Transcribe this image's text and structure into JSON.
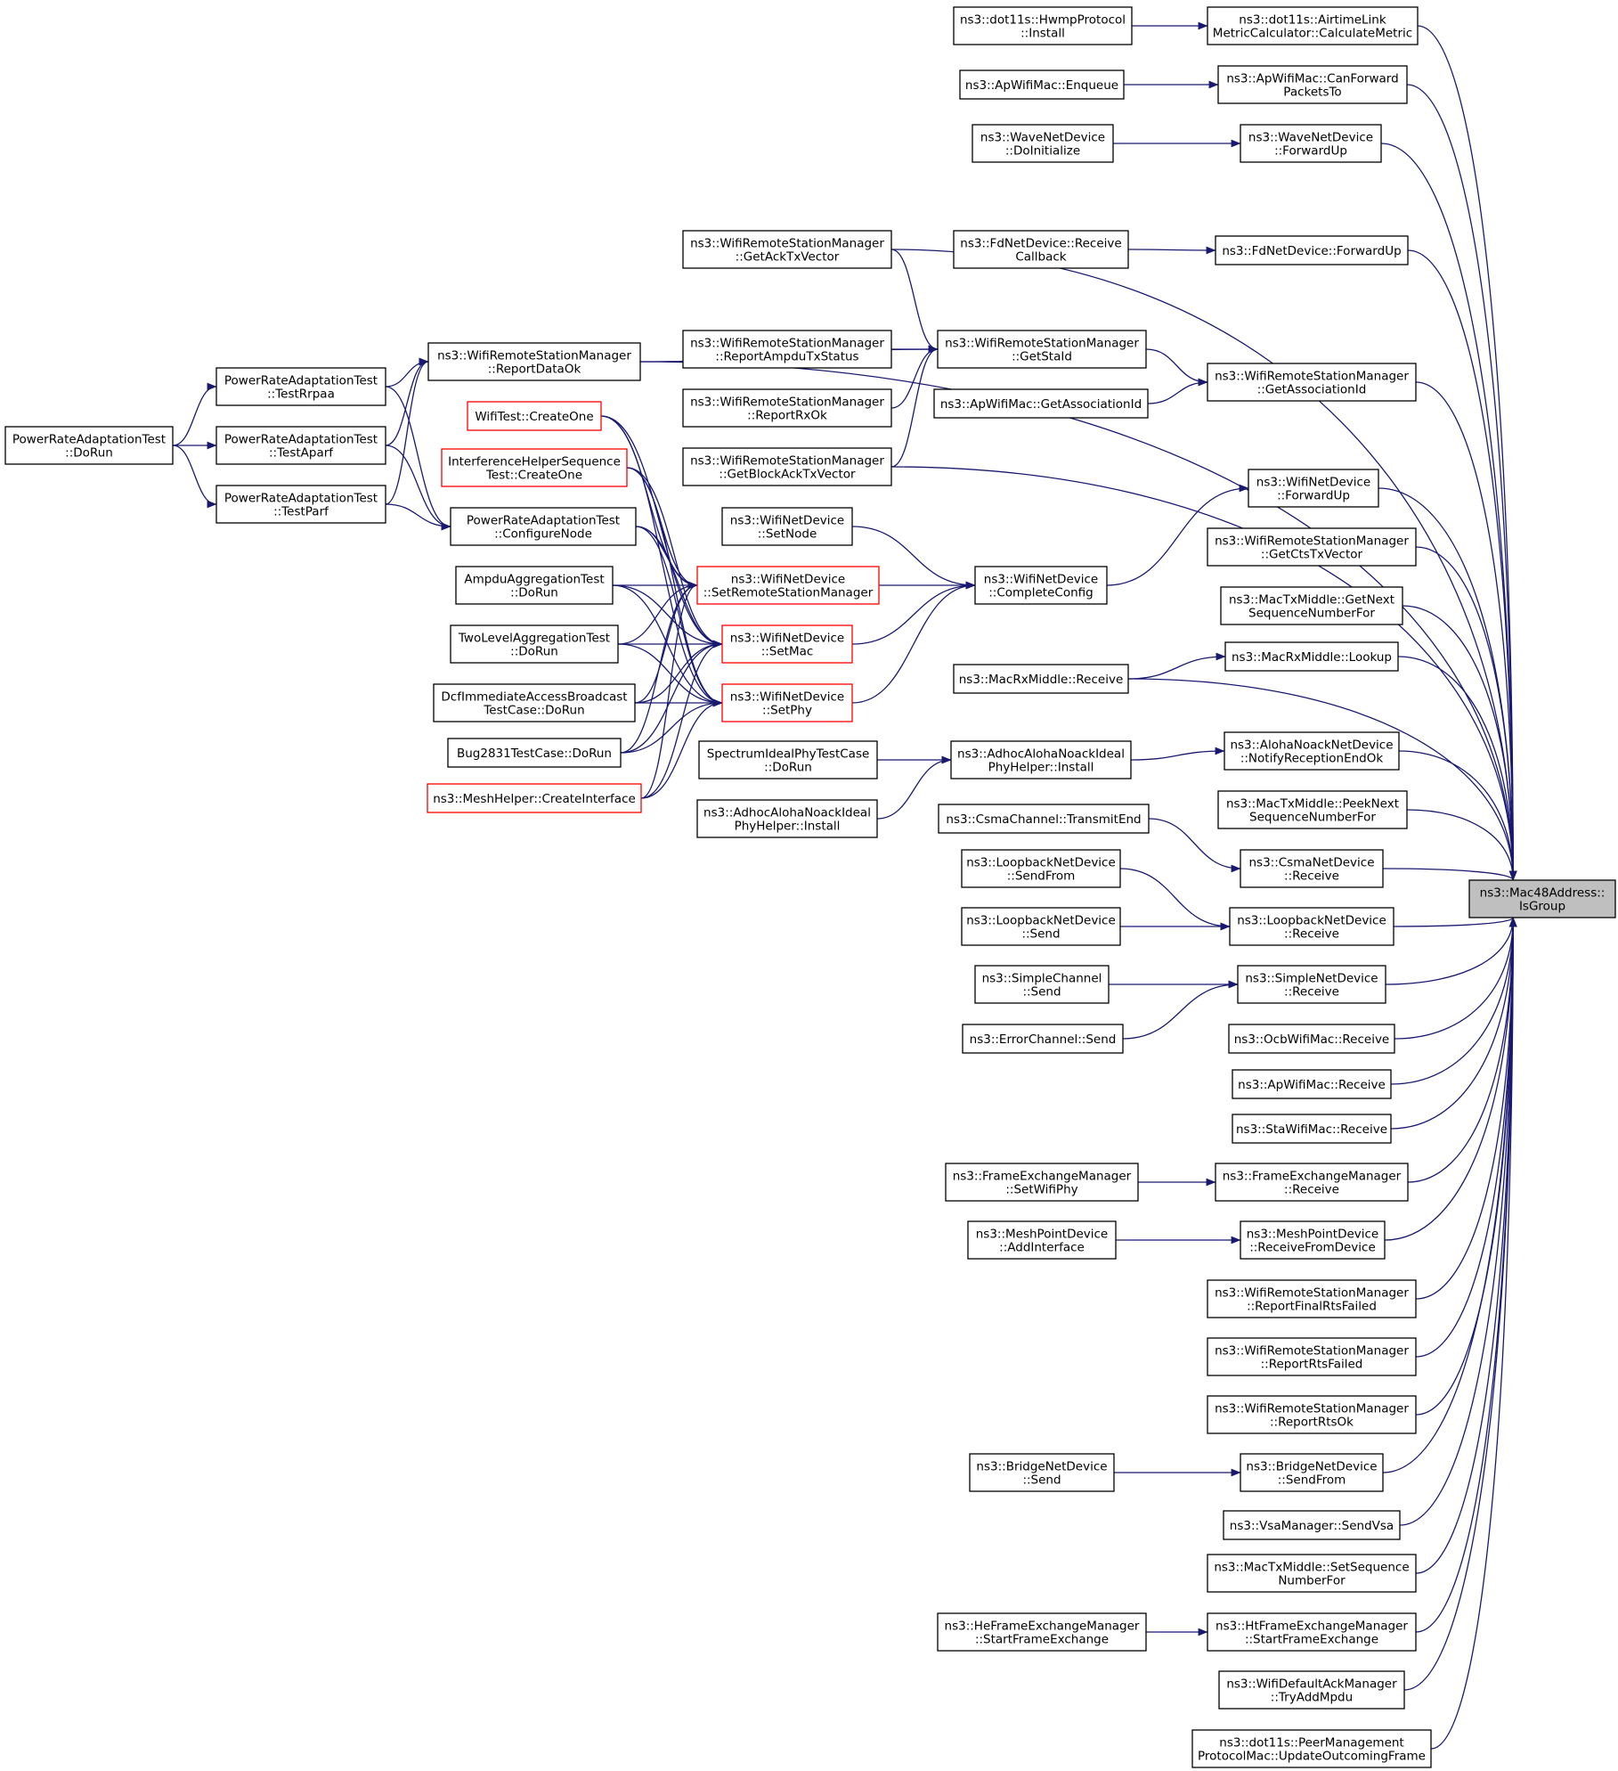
{
  "graph": {
    "title": "",
    "focus_node": "mac48_isgroup",
    "colors": {
      "edge": "#191970",
      "node_border": "#000000",
      "truncated_border": "#ff0000",
      "focus_fill": "#bfbfbf"
    },
    "nodes": [
      {
        "id": "mac48_isgroup",
        "lines": [
          "ns3::Mac48Address::",
          "IsGroup"
        ],
        "style": "focus"
      },
      {
        "id": "airtime_calc",
        "lines": [
          "ns3::dot11s::AirtimeLink",
          "MetricCalculator::CalculateMetric"
        ]
      },
      {
        "id": "hwmp_install",
        "lines": [
          "ns3::dot11s::HwmpProtocol",
          "::Install"
        ]
      },
      {
        "id": "ap_canforward",
        "lines": [
          "ns3::ApWifiMac::CanForward",
          "PacketsTo"
        ]
      },
      {
        "id": "ap_enqueue",
        "lines": [
          "ns3::ApWifiMac::Enqueue"
        ]
      },
      {
        "id": "wave_forwardup",
        "lines": [
          "ns3::WaveNetDevice",
          "::ForwardUp"
        ]
      },
      {
        "id": "wave_doinit",
        "lines": [
          "ns3::WaveNetDevice",
          "::DoInitialize"
        ]
      },
      {
        "id": "fd_forwardup",
        "lines": [
          "ns3::FdNetDevice::ForwardUp"
        ]
      },
      {
        "id": "fd_receivecb",
        "lines": [
          "ns3::FdNetDevice::Receive",
          "Callback"
        ]
      },
      {
        "id": "wrsm_getacktx",
        "lines": [
          "ns3::WifiRemoteStationManager",
          "::GetAckTxVector"
        ]
      },
      {
        "id": "wrsm_getstaid",
        "lines": [
          "ns3::WifiRemoteStationManager",
          "::GetStaId"
        ]
      },
      {
        "id": "wrsm_reportampdu",
        "lines": [
          "ns3::WifiRemoteStationManager",
          "::ReportAmpduTxStatus"
        ]
      },
      {
        "id": "wrsm_reportrxok",
        "lines": [
          "ns3::WifiRemoteStationManager",
          "::ReportRxOk"
        ]
      },
      {
        "id": "wrsm_getblockack",
        "lines": [
          "ns3::WifiRemoteStationManager",
          "::GetBlockAckTxVector"
        ]
      },
      {
        "id": "wrsm_getassoc",
        "lines": [
          "ns3::WifiRemoteStationManager",
          "::GetAssociationId"
        ]
      },
      {
        "id": "ap_getassoc",
        "lines": [
          "ns3::ApWifiMac::GetAssociationId"
        ]
      },
      {
        "id": "wrsm_reportdataok",
        "lines": [
          "ns3::WifiRemoteStationManager",
          "::ReportDataOk"
        ]
      },
      {
        "id": "pra_testrrpaa",
        "lines": [
          "PowerRateAdaptationTest",
          "::TestRrpaa"
        ]
      },
      {
        "id": "pra_testaparf",
        "lines": [
          "PowerRateAdaptationTest",
          "::TestAparf"
        ]
      },
      {
        "id": "pra_testparf",
        "lines": [
          "PowerRateAdaptationTest",
          "::TestParf"
        ]
      },
      {
        "id": "pra_dorun",
        "lines": [
          "PowerRateAdaptationTest",
          "::DoRun"
        ]
      },
      {
        "id": "pra_confignode",
        "lines": [
          "PowerRateAdaptationTest",
          "::ConfigureNode"
        ]
      },
      {
        "id": "wifitest_create",
        "lines": [
          "WifiTest::CreateOne"
        ],
        "style": "red"
      },
      {
        "id": "ihst_create",
        "lines": [
          "InterferenceHelperSequence",
          "Test::CreateOne"
        ],
        "style": "red"
      },
      {
        "id": "wnd_forwardup",
        "lines": [
          "ns3::WifiNetDevice",
          "::ForwardUp"
        ]
      },
      {
        "id": "wnd_setnode",
        "lines": [
          "ns3::WifiNetDevice",
          "::SetNode"
        ]
      },
      {
        "id": "wnd_completeconfig",
        "lines": [
          "ns3::WifiNetDevice",
          "::CompleteConfig"
        ]
      },
      {
        "id": "wnd_setrsm",
        "lines": [
          "ns3::WifiNetDevice",
          "::SetRemoteStationManager"
        ],
        "style": "red"
      },
      {
        "id": "wnd_setmac",
        "lines": [
          "ns3::WifiNetDevice",
          "::SetMac"
        ],
        "style": "red"
      },
      {
        "id": "wnd_setphy",
        "lines": [
          "ns3::WifiNetDevice",
          "::SetPhy"
        ],
        "style": "red"
      },
      {
        "id": "ampdu_dorun",
        "lines": [
          "AmpduAggregationTest",
          "::DoRun"
        ]
      },
      {
        "id": "twolevel_dorun",
        "lines": [
          "TwoLevelAggregationTest",
          "::DoRun"
        ]
      },
      {
        "id": "dcf_dorun",
        "lines": [
          "DcfImmediateAccessBroadcast",
          "TestCase::DoRun"
        ]
      },
      {
        "id": "bug2831_dorun",
        "lines": [
          "Bug2831TestCase::DoRun"
        ]
      },
      {
        "id": "meshhelper_create",
        "lines": [
          "ns3::MeshHelper::CreateInterface"
        ],
        "style": "red"
      },
      {
        "id": "wrsm_getctstx",
        "lines": [
          "ns3::WifiRemoteStationManager",
          "::GetCtsTxVector"
        ]
      },
      {
        "id": "mactx_getnextseq",
        "lines": [
          "ns3::MacTxMiddle::GetNext",
          "SequenceNumberFor"
        ]
      },
      {
        "id": "macrx_lookup",
        "lines": [
          "ns3::MacRxMiddle::Lookup"
        ]
      },
      {
        "id": "macrx_receive",
        "lines": [
          "ns3::MacRxMiddle::Receive"
        ]
      },
      {
        "id": "aloha_notifyrx",
        "lines": [
          "ns3::AlohaNoackNetDevice",
          "::NotifyReceptionEndOk"
        ]
      },
      {
        "id": "adhocaloha_install1",
        "lines": [
          "ns3::AdhocAlohaNoackIdeal",
          "PhyHelper::Install"
        ]
      },
      {
        "id": "spectrum_dorun",
        "lines": [
          "SpectrumIdealPhyTestCase",
          "::DoRun"
        ]
      },
      {
        "id": "adhocaloha_install2",
        "lines": [
          "ns3::AdhocAlohaNoackIdeal",
          "PhyHelper::Install"
        ]
      },
      {
        "id": "mactx_peeknext",
        "lines": [
          "ns3::MacTxMiddle::PeekNext",
          "SequenceNumberFor"
        ]
      },
      {
        "id": "csma_transmitend",
        "lines": [
          "ns3::CsmaChannel::TransmitEnd"
        ]
      },
      {
        "id": "csma_receive",
        "lines": [
          "ns3::CsmaNetDevice",
          "::Receive"
        ]
      },
      {
        "id": "loop_sendfrom",
        "lines": [
          "ns3::LoopbackNetDevice",
          "::SendFrom"
        ]
      },
      {
        "id": "loop_receive",
        "lines": [
          "ns3::LoopbackNetDevice",
          "::Receive"
        ]
      },
      {
        "id": "loop_send",
        "lines": [
          "ns3::LoopbackNetDevice",
          "::Send"
        ]
      },
      {
        "id": "simplech_send",
        "lines": [
          "ns3::SimpleChannel",
          "::Send"
        ]
      },
      {
        "id": "simplend_receive",
        "lines": [
          "ns3::SimpleNetDevice",
          "::Receive"
        ]
      },
      {
        "id": "errorch_send",
        "lines": [
          "ns3::ErrorChannel::Send"
        ]
      },
      {
        "id": "ocb_receive",
        "lines": [
          "ns3::OcbWifiMac::Receive"
        ]
      },
      {
        "id": "ap_receive",
        "lines": [
          "ns3::ApWifiMac::Receive"
        ]
      },
      {
        "id": "sta_receive",
        "lines": [
          "ns3::StaWifiMac::Receive"
        ]
      },
      {
        "id": "fem_setphy",
        "lines": [
          "ns3::FrameExchangeManager",
          "::SetWifiPhy"
        ]
      },
      {
        "id": "fem_receive",
        "lines": [
          "ns3::FrameExchangeManager",
          "::Receive"
        ]
      },
      {
        "id": "mpd_addif",
        "lines": [
          "ns3::MeshPointDevice",
          "::AddInterface"
        ]
      },
      {
        "id": "mpd_recvfromdev",
        "lines": [
          "ns3::MeshPointDevice",
          "::ReceiveFromDevice"
        ]
      },
      {
        "id": "wrsm_finalrts",
        "lines": [
          "ns3::WifiRemoteStationManager",
          "::ReportFinalRtsFailed"
        ]
      },
      {
        "id": "wrsm_rtsfailed",
        "lines": [
          "ns3::WifiRemoteStationManager",
          "::ReportRtsFailed"
        ]
      },
      {
        "id": "wrsm_rtsok",
        "lines": [
          "ns3::WifiRemoteStationManager",
          "::ReportRtsOk"
        ]
      },
      {
        "id": "bridge_send",
        "lines": [
          "ns3::BridgeNetDevice",
          "::Send"
        ]
      },
      {
        "id": "bridge_sendfrom",
        "lines": [
          "ns3::BridgeNetDevice",
          "::SendFrom"
        ]
      },
      {
        "id": "vsa_send",
        "lines": [
          "ns3::VsaManager::SendVsa"
        ]
      },
      {
        "id": "mactx_setseq",
        "lines": [
          "ns3::MacTxMiddle::SetSequence",
          "NumberFor"
        ]
      },
      {
        "id": "hefem_start",
        "lines": [
          "ns3::HeFrameExchangeManager",
          "::StartFrameExchange"
        ]
      },
      {
        "id": "htfem_start",
        "lines": [
          "ns3::HtFrameExchangeManager",
          "::StartFrameExchange"
        ]
      },
      {
        "id": "wdam_tryadd",
        "lines": [
          "ns3::WifiDefaultAckManager",
          "::TryAddMpdu"
        ]
      },
      {
        "id": "peermgmt_update",
        "lines": [
          "ns3::dot11s::PeerManagement",
          "ProtocolMac::UpdateOutcomingFrame"
        ]
      }
    ],
    "edges": [
      [
        "airtime_calc",
        "mac48_isgroup"
      ],
      [
        "hwmp_install",
        "airtime_calc"
      ],
      [
        "ap_canforward",
        "mac48_isgroup"
      ],
      [
        "ap_enqueue",
        "ap_canforward"
      ],
      [
        "wave_forwardup",
        "mac48_isgroup"
      ],
      [
        "wave_doinit",
        "wave_forwardup"
      ],
      [
        "wrsm_reportdataok",
        "mac48_isgroup"
      ],
      [
        "fd_forwardup",
        "mac48_isgroup"
      ],
      [
        "fd_receivecb",
        "fd_forwardup"
      ],
      [
        "wrsm_getacktx",
        "mac48_isgroup"
      ],
      [
        "wrsm_getacktx",
        "wrsm_getstaid"
      ],
      [
        "wrsm_reportdataok",
        "wrsm_getstaid"
      ],
      [
        "wrsm_reportampdu",
        "wrsm_getstaid"
      ],
      [
        "wrsm_reportrxok",
        "wrsm_getstaid"
      ],
      [
        "wrsm_getblockack",
        "wrsm_getstaid"
      ],
      [
        "wrsm_getstaid",
        "wrsm_getassoc"
      ],
      [
        "ap_getassoc",
        "wrsm_getassoc"
      ],
      [
        "wrsm_getassoc",
        "mac48_isgroup"
      ],
      [
        "wrsm_getblockack",
        "mac48_isgroup"
      ],
      [
        "pra_testrrpaa",
        "wrsm_reportdataok"
      ],
      [
        "pra_testaparf",
        "wrsm_reportdataok"
      ],
      [
        "pra_testparf",
        "wrsm_reportdataok"
      ],
      [
        "pra_dorun",
        "pra_testrrpaa"
      ],
      [
        "pra_dorun",
        "pra_testaparf"
      ],
      [
        "pra_dorun",
        "pra_testparf"
      ],
      [
        "pra_testrrpaa",
        "pra_confignode"
      ],
      [
        "pra_testaparf",
        "pra_confignode"
      ],
      [
        "pra_testparf",
        "pra_confignode"
      ],
      [
        "wnd_forwardup",
        "mac48_isgroup"
      ],
      [
        "wnd_completeconfig",
        "wnd_forwardup"
      ],
      [
        "wnd_setnode",
        "wnd_completeconfig"
      ],
      [
        "wnd_setrsm",
        "wnd_completeconfig"
      ],
      [
        "wnd_setmac",
        "wnd_completeconfig"
      ],
      [
        "wnd_setphy",
        "wnd_completeconfig"
      ],
      [
        "pra_confignode",
        "wnd_setrsm"
      ],
      [
        "pra_confignode",
        "wnd_setmac"
      ],
      [
        "pra_confignode",
        "wnd_setphy"
      ],
      [
        "wifitest_create",
        "wnd_setrsm"
      ],
      [
        "wifitest_create",
        "wnd_setmac"
      ],
      [
        "wifitest_create",
        "wnd_setphy"
      ],
      [
        "ihst_create",
        "wnd_setrsm"
      ],
      [
        "ihst_create",
        "wnd_setmac"
      ],
      [
        "ihst_create",
        "wnd_setphy"
      ],
      [
        "ampdu_dorun",
        "wnd_setrsm"
      ],
      [
        "ampdu_dorun",
        "wnd_setmac"
      ],
      [
        "ampdu_dorun",
        "wnd_setphy"
      ],
      [
        "twolevel_dorun",
        "wnd_setrsm"
      ],
      [
        "twolevel_dorun",
        "wnd_setmac"
      ],
      [
        "twolevel_dorun",
        "wnd_setphy"
      ],
      [
        "dcf_dorun",
        "wnd_setrsm"
      ],
      [
        "dcf_dorun",
        "wnd_setmac"
      ],
      [
        "dcf_dorun",
        "wnd_setphy"
      ],
      [
        "bug2831_dorun",
        "wnd_setrsm"
      ],
      [
        "bug2831_dorun",
        "wnd_setmac"
      ],
      [
        "bug2831_dorun",
        "wnd_setphy"
      ],
      [
        "meshhelper_create",
        "wnd_setrsm"
      ],
      [
        "meshhelper_create",
        "wnd_setmac"
      ],
      [
        "meshhelper_create",
        "wnd_setphy"
      ],
      [
        "wrsm_getctstx",
        "mac48_isgroup"
      ],
      [
        "mactx_getnextseq",
        "mac48_isgroup"
      ],
      [
        "macrx_lookup",
        "mac48_isgroup"
      ],
      [
        "macrx_receive",
        "macrx_lookup"
      ],
      [
        "macrx_receive",
        "mac48_isgroup"
      ],
      [
        "aloha_notifyrx",
        "mac48_isgroup"
      ],
      [
        "adhocaloha_install1",
        "aloha_notifyrx"
      ],
      [
        "spectrum_dorun",
        "adhocaloha_install1"
      ],
      [
        "adhocaloha_install2",
        "adhocaloha_install1"
      ],
      [
        "mactx_peeknext",
        "mac48_isgroup"
      ],
      [
        "csma_receive",
        "mac48_isgroup"
      ],
      [
        "csma_transmitend",
        "csma_receive"
      ],
      [
        "loop_receive",
        "mac48_isgroup"
      ],
      [
        "loop_sendfrom",
        "loop_receive"
      ],
      [
        "loop_send",
        "loop_receive"
      ],
      [
        "simplend_receive",
        "mac48_isgroup"
      ],
      [
        "simplech_send",
        "simplend_receive"
      ],
      [
        "errorch_send",
        "simplend_receive"
      ],
      [
        "ocb_receive",
        "mac48_isgroup"
      ],
      [
        "ap_receive",
        "mac48_isgroup"
      ],
      [
        "sta_receive",
        "mac48_isgroup"
      ],
      [
        "fem_receive",
        "mac48_isgroup"
      ],
      [
        "fem_setphy",
        "fem_receive"
      ],
      [
        "mpd_recvfromdev",
        "mac48_isgroup"
      ],
      [
        "mpd_addif",
        "mpd_recvfromdev"
      ],
      [
        "wrsm_finalrts",
        "mac48_isgroup"
      ],
      [
        "wrsm_rtsfailed",
        "mac48_isgroup"
      ],
      [
        "wrsm_rtsok",
        "mac48_isgroup"
      ],
      [
        "bridge_sendfrom",
        "mac48_isgroup"
      ],
      [
        "bridge_send",
        "bridge_sendfrom"
      ],
      [
        "vsa_send",
        "mac48_isgroup"
      ],
      [
        "mactx_setseq",
        "mac48_isgroup"
      ],
      [
        "htfem_start",
        "mac48_isgroup"
      ],
      [
        "hefem_start",
        "htfem_start"
      ],
      [
        "wdam_tryadd",
        "mac48_isgroup"
      ],
      [
        "peermgmt_update",
        "mac48_isgroup"
      ]
    ]
  }
}
